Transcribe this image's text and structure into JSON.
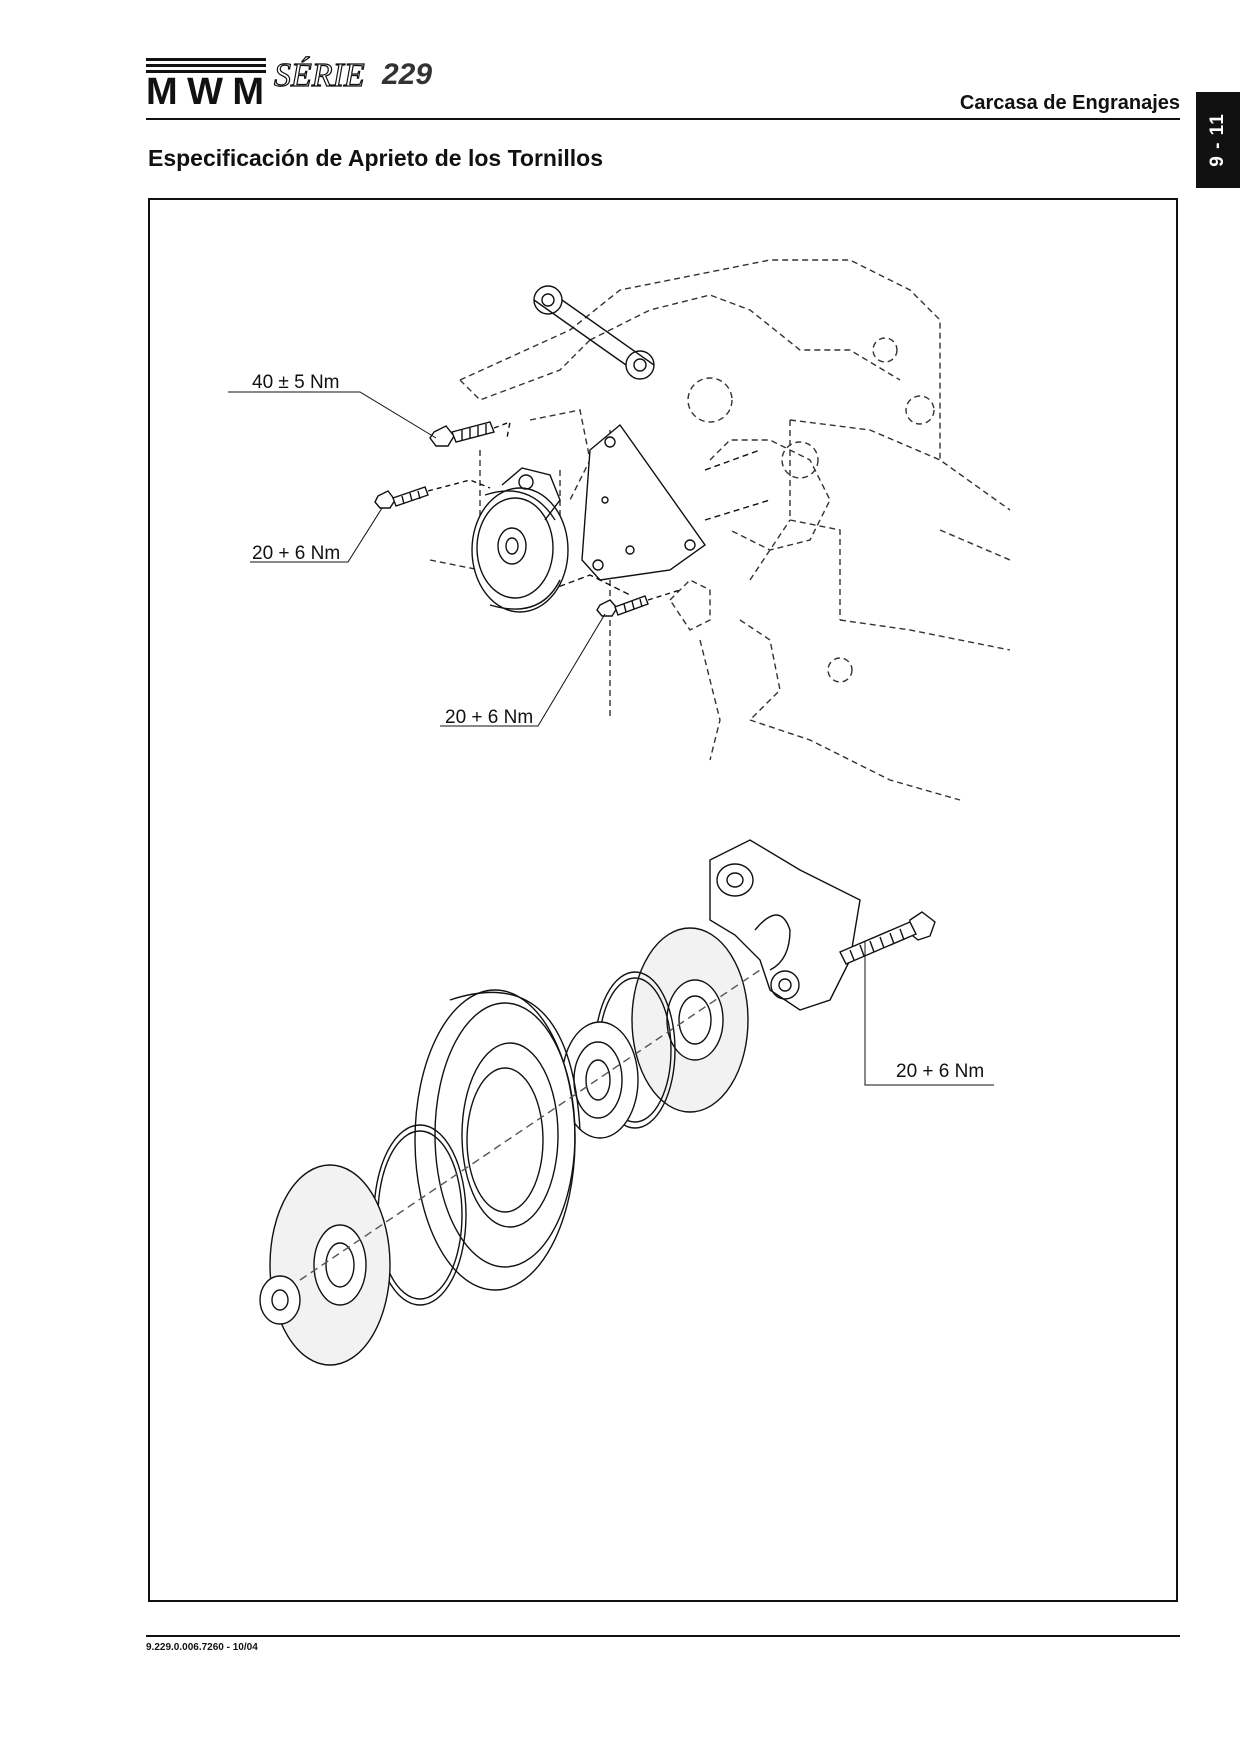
{
  "header": {
    "logo_text": "MWM SÉRIE 229",
    "section_name": "Carcasa de Engranajes",
    "page_tab": "9 - 11"
  },
  "page": {
    "title": "Especificación de Aprieto de los Tornillos"
  },
  "figure": {
    "torque_labels": [
      "40 ± 5 Nm",
      "20 + 6 Nm",
      "20 + 6 Nm",
      "20 + 6 Nm"
    ]
  },
  "footer": {
    "doc_number": "9.229.0.006.7260  -  10/04"
  }
}
